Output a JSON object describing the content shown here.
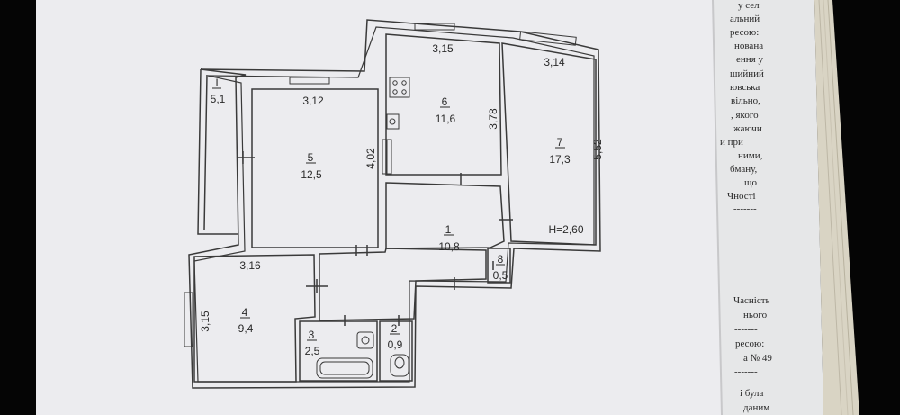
{
  "floor_plan": {
    "ceiling_height": "H=2,60",
    "rooms": [
      {
        "number": "1",
        "area": "10,8"
      },
      {
        "number": "2",
        "area": "0,9"
      },
      {
        "number": "3",
        "area": "2,5"
      },
      {
        "number": "4",
        "area": "9,4"
      },
      {
        "number": "5",
        "area": "12,5"
      },
      {
        "number": "6",
        "area": "11,6"
      },
      {
        "number": "7",
        "area": "17,3"
      },
      {
        "number": "8",
        "area": "0,5"
      },
      {
        "number": "I",
        "area": "5,1"
      }
    ],
    "dimensions": {
      "d_315_top": "3,15",
      "d_314_top": "3,14",
      "d_312": "3,12",
      "d_378": "3,78",
      "d_402": "4,02",
      "d_552": "5,52",
      "d_316": "3,16",
      "d_315_left": "3,15"
    }
  },
  "side_page": {
    "lines": [
      "у сел",
      "альний",
      "ресою:",
      "нована",
      "ення у",
      "шийний",
      "ювська",
      "вільно,",
      ", якого",
      "жаючи",
      "и    при",
      "ними,",
      "бману,",
      "що",
      "Чності",
      "-------",
      "Часність",
      "нього",
      "-------",
      "ресою:",
      "а № 49",
      "-------",
      "і  була",
      "даним"
    ]
  }
}
